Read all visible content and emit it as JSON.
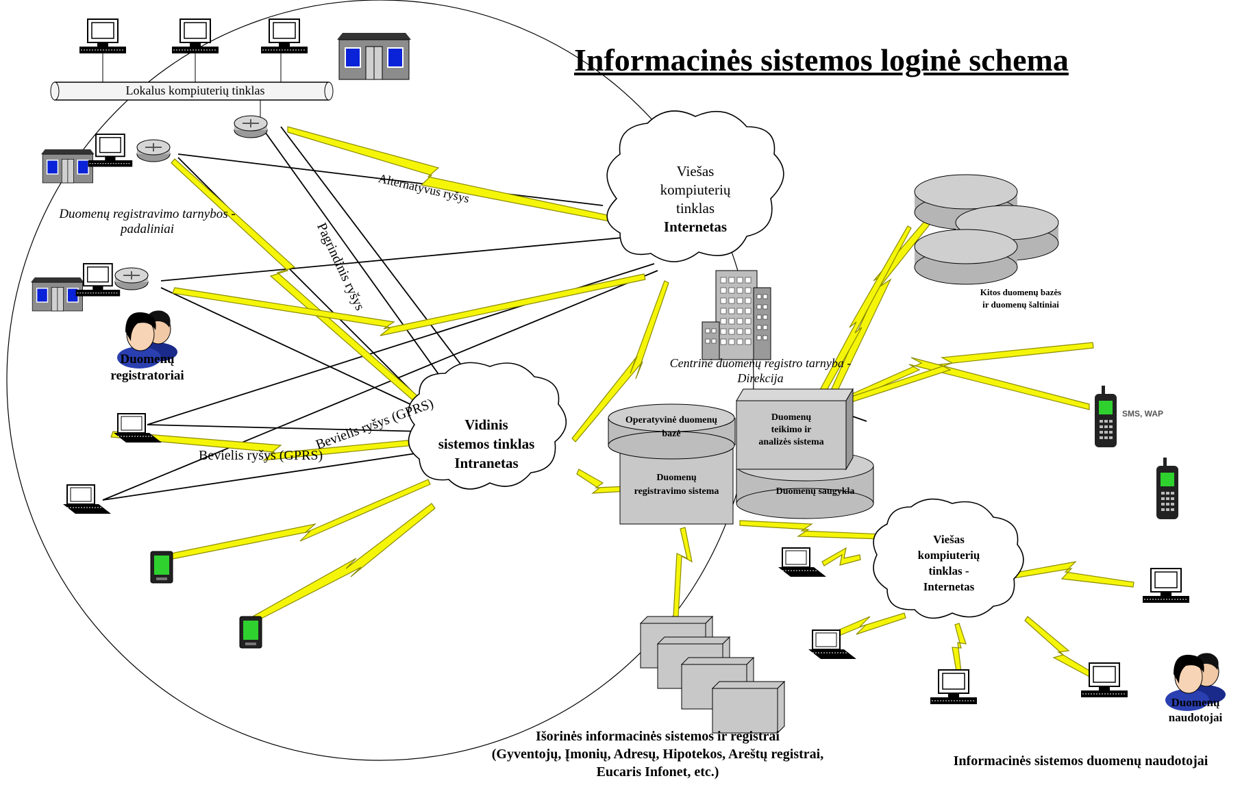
{
  "title": "Informacinės sistemos loginė schema",
  "nodes": {
    "lan": "Lokalus kompiuterių tinklas",
    "offices_line1": "Duomenų registravimo tarnybos -",
    "offices_line2": "padaliniai",
    "registrars_line1": "Duomenų",
    "registrars_line2": "registratoriai",
    "public_net_line1": "Viešas",
    "public_net_line2": "kompiuterių",
    "public_net_line3": "tinklas",
    "public_net_line4": "Internetas",
    "intranet_line1": "Vidinis",
    "intranet_line2": "sistemos tinklas",
    "intranet_line3": "Intranetas",
    "central_line1": "Centrinė duomenų registro tarnyba -",
    "central_line2": "Direkcija",
    "op_db_line1": "Operatyvinė duomenų",
    "op_db_line2": "bazė",
    "reg_sys_line1": "Duomenų",
    "reg_sys_line2": "registravimo sistema",
    "analysis_line1": "Duomenų",
    "analysis_line2": "teikimo ir",
    "analysis_line3": "analizės sistema",
    "storage": "Duomenų saugykla",
    "other_db_line1": "Kitos duomenų bazės",
    "other_db_line2": "ir duomenų šaltiniai",
    "sms_wap": "SMS, WAP",
    "public_net2_line1": "Viešas",
    "public_net2_line2": "kompiuterių",
    "public_net2_line3": "tinklas -",
    "public_net2_line4": "Internetas",
    "users_line1": "Duomenų",
    "users_line2": "naudotojai",
    "external_line1": "Išorinės informacinės sistemos ir registrai",
    "external_line2": "(Gyventojų, Įmonių, Adresų, Hipotekos, Areštų  registrai,",
    "external_line3": "Eucaris Infonet, etc.)",
    "users_caption": "Informacinės sistemos duomenų naudotojai"
  },
  "links": {
    "alternative": "Alternatyvus ryšys",
    "primary": "Pagrindinis ryšys",
    "wireless1": "Bevielis ryšys (GPRS)",
    "wireless2": "Bevielis ryšys (GPRS)"
  },
  "colors": {
    "lightning": "#f5f50a",
    "lightning_stroke": "#8a8a00",
    "device_gray": "#c8c8c8",
    "screen_blue": "#0a22d8",
    "screen_green": "#2fd12f"
  }
}
